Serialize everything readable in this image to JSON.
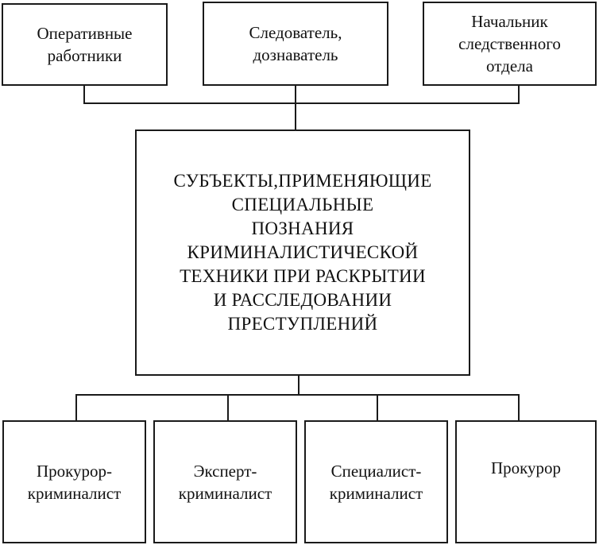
{
  "top_boxes": [
    {
      "label": "Оперативные\nработники"
    },
    {
      "label": "Следователь,\nдознаватель"
    },
    {
      "label": "Начальник\nследственного\nотдела"
    }
  ],
  "center_box": {
    "label": "СУБЪЕКТЫ,ПРИМЕНЯЮЩИЕ\nСПЕЦИАЛЬНЫЕ\nПОЗНАНИЯ\nКРИМИНАЛИСТИЧЕСКОЙ\nТЕХНИКИ ПРИ РАСКРЫТИИ\nИ РАССЛЕДОВАНИИ\nПРЕСТУПЛЕНИЙ"
  },
  "bottom_boxes": [
    {
      "label": "Прокурор-\nкриминалист"
    },
    {
      "label": "Эксперт-\nкриминалист"
    },
    {
      "label": "Специалист-\nкриминалист"
    },
    {
      "label": "Прокурор"
    }
  ]
}
